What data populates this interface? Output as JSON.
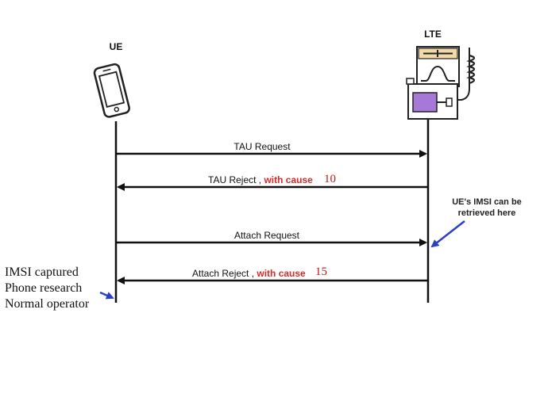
{
  "entities": {
    "ue": {
      "label": "UE"
    },
    "lte": {
      "label": "LTE"
    }
  },
  "messages": [
    {
      "label": "TAU Request",
      "cause_text": "",
      "cause_value": ""
    },
    {
      "label": "TAU Reject , ",
      "cause_text": "with cause",
      "cause_value": "10"
    },
    {
      "label": "Attach Request",
      "cause_text": "",
      "cause_value": ""
    },
    {
      "label": "Attach Reject , ",
      "cause_text": "with cause",
      "cause_value": "15"
    }
  ],
  "annotations": {
    "lte_note": [
      "UE's IMSI can be",
      "retrieved here"
    ],
    "ue_note": [
      "IMSI captured",
      "Phone research",
      "Normal operator"
    ]
  },
  "colors": {
    "cause_highlight": "#d42a2a",
    "cause_number": "#c01818",
    "pointer_arrow": "#2b3fc8",
    "device_screen": "#f2d9a8",
    "device_port": "#a678d8"
  },
  "icons": {
    "ue_device": "smartphone-icon",
    "lte_device": "base-station-icon"
  }
}
